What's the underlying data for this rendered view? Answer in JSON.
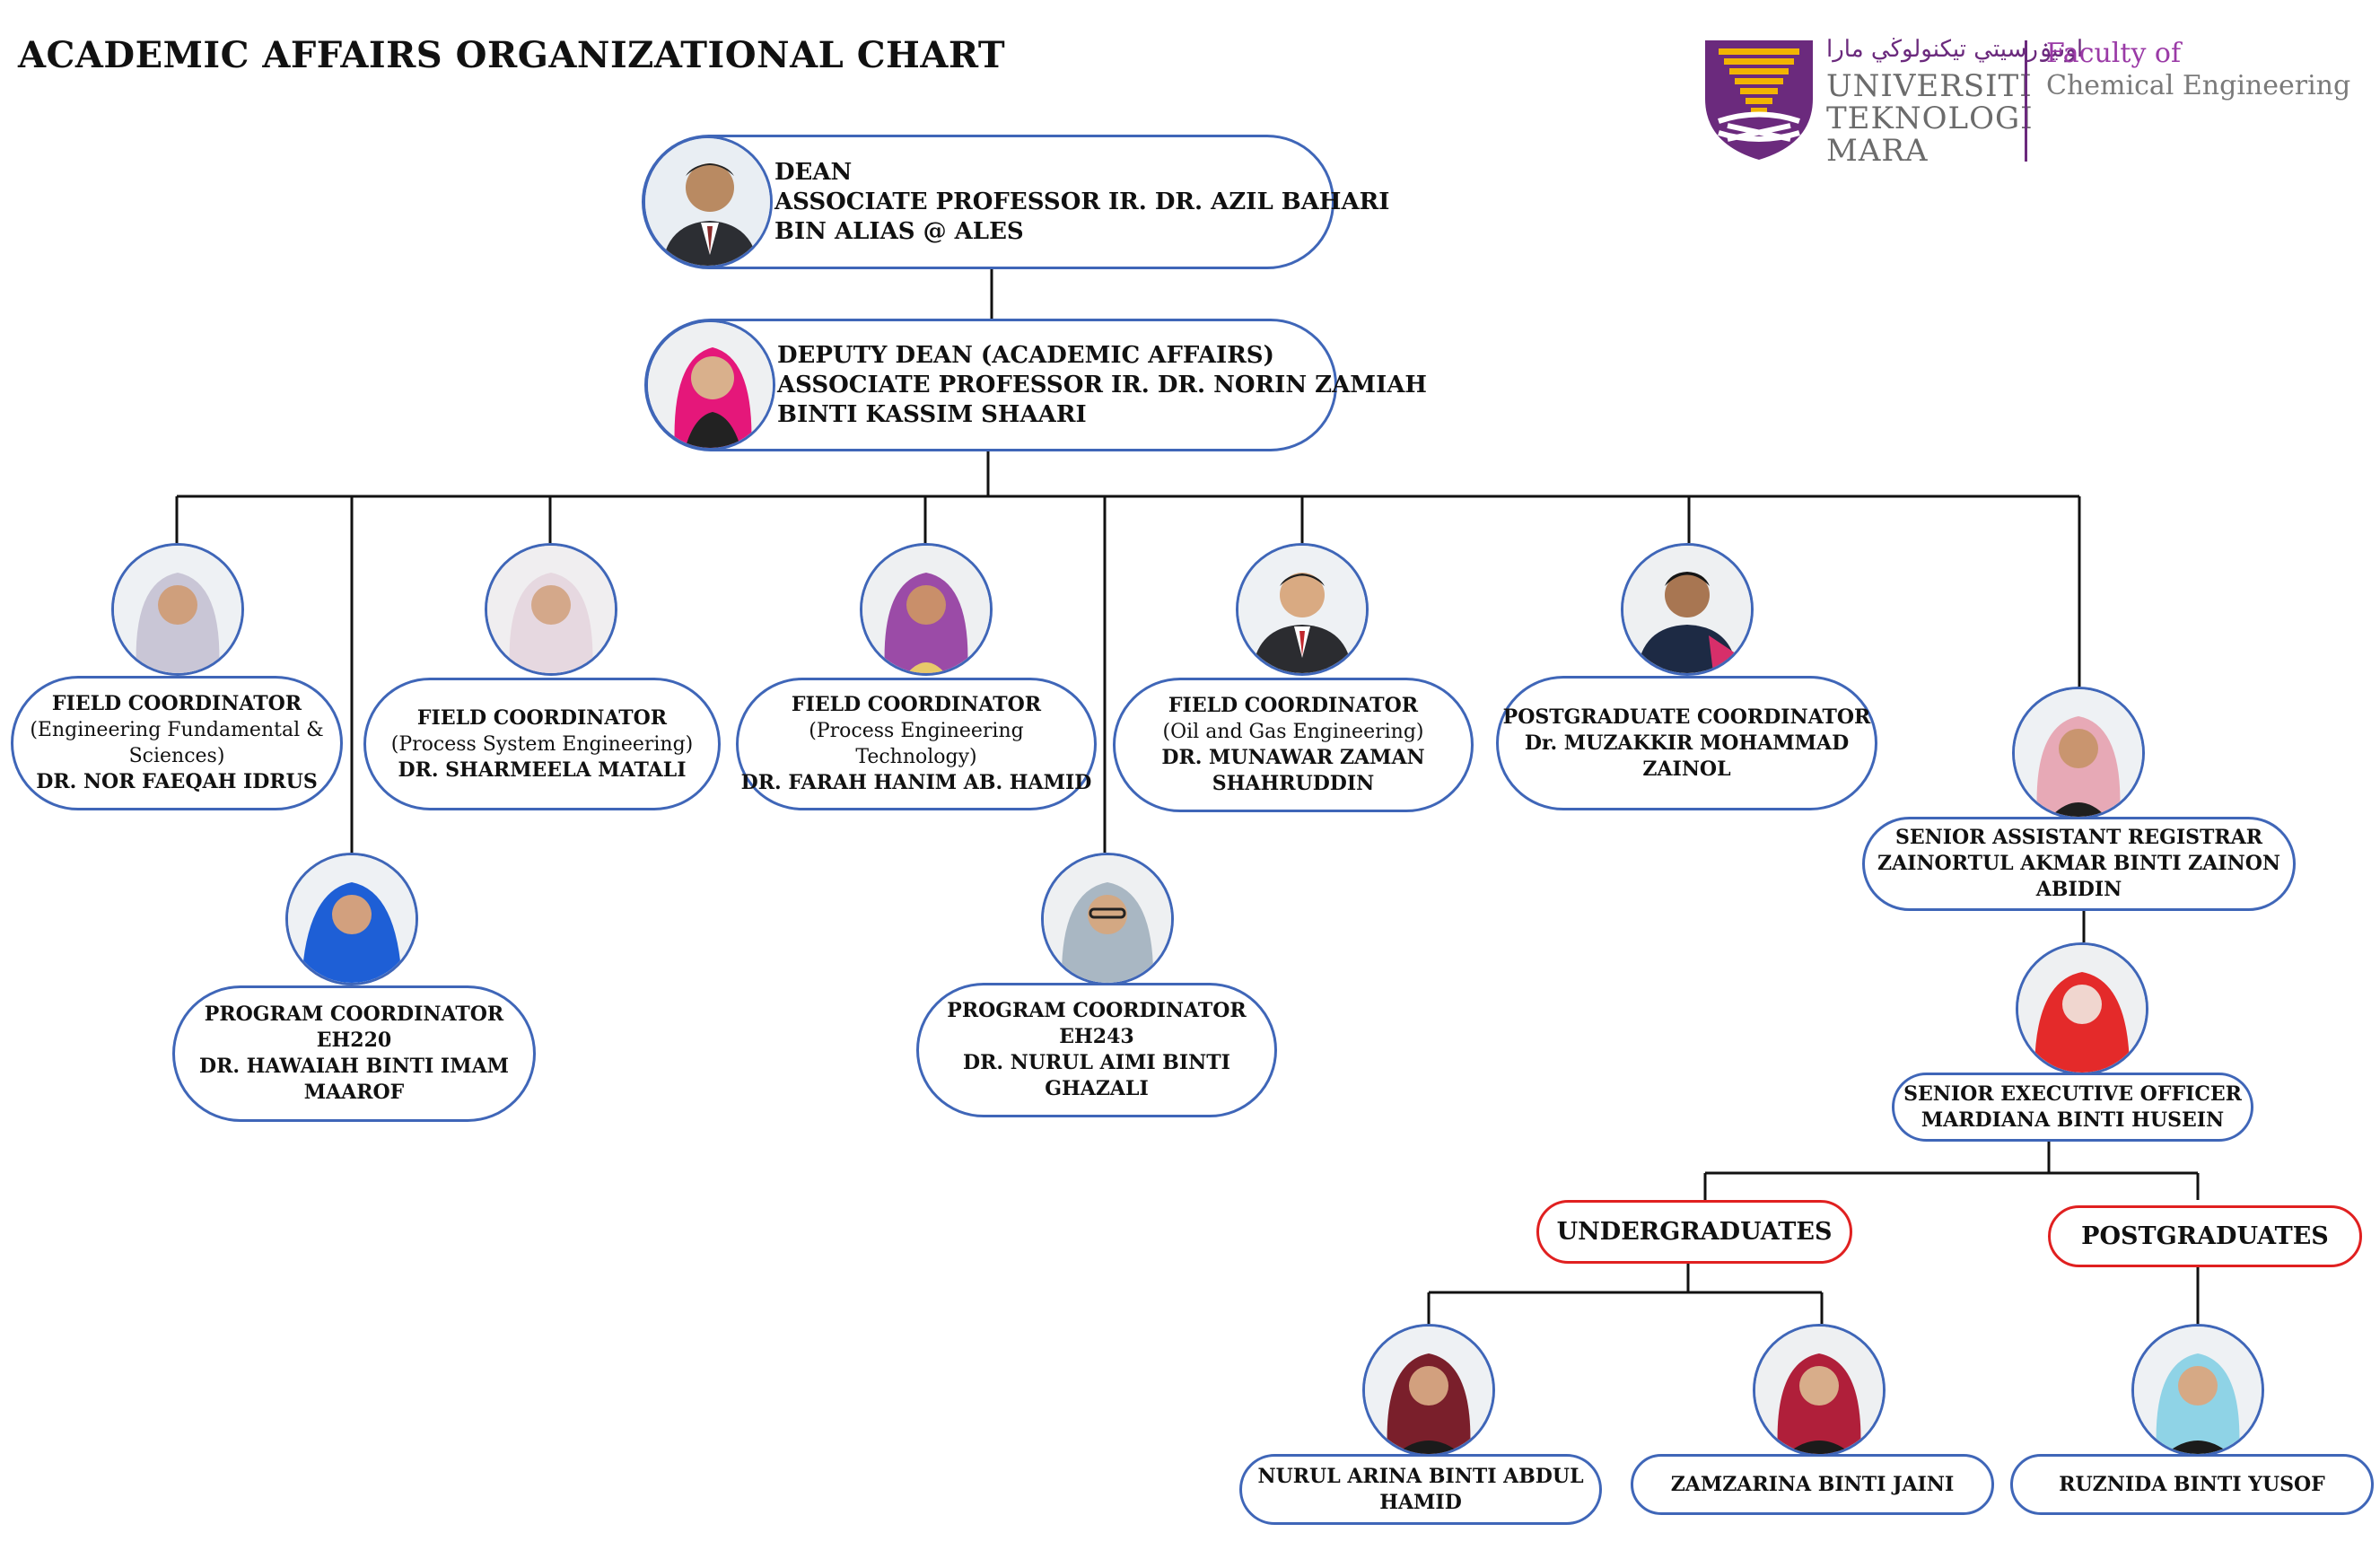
{
  "title": "ACADEMIC AFFAIRS ORGANIZATIONAL CHART",
  "logo": {
    "arabic": "اونيۏرسيتي تيكنولوڬي مارا",
    "uni_line1": "UNIVERSITI",
    "uni_line2": "TEKNOLOGI",
    "uni_line3": "MARA",
    "faculty_line1": "Faculty of",
    "faculty_line2": "Chemical Engineering",
    "colors": {
      "purple": "#6b2a7d",
      "gold": "#f2b400",
      "gray": "#7a7a7a",
      "faculty": "#9a3aa6"
    }
  },
  "dean": {
    "l1": "DEAN",
    "l2": "ASSOCIATE PROFESSOR IR. DR. AZIL BAHARI",
    "l3": "BIN ALIAS @ ALES"
  },
  "deputy": {
    "l1": "DEPUTY DEAN (ACADEMIC AFFAIRS)",
    "l2": "ASSOCIATE PROFESSOR IR. DR. NORIN ZAMIAH",
    "l3": "BINTI KASSIM SHAARI"
  },
  "fc1": {
    "l1": "FIELD COORDINATOR",
    "l2": "(Engineering Fundamental &",
    "l3": "Sciences)",
    "l4": "DR. NOR FAEQAH IDRUS"
  },
  "fc2": {
    "l1": "FIELD COORDINATOR",
    "l2": "(Process System Engineering)",
    "l3": "DR. SHARMEELA MATALI"
  },
  "fc3": {
    "l1": "FIELD COORDINATOR",
    "l2": "(Process Engineering",
    "l3": "Technology)",
    "l4": "DR. FARAH HANIM AB. HAMID"
  },
  "fc4": {
    "l1": "FIELD COORDINATOR",
    "l2": "(Oil and Gas Engineering)",
    "l3": "DR. MUNAWAR ZAMAN",
    "l4": "SHAHRUDDIN"
  },
  "pgc": {
    "l1": "POSTGRADUATE COORDINATOR",
    "l2": "Dr. MUZAKKIR MOHAMMAD",
    "l3": "ZAINOL"
  },
  "pc1": {
    "l1": "PROGRAM COORDINATOR",
    "l2": "EH220",
    "l3": "DR. HAWAIAH BINTI IMAM",
    "l4": "MAAROF"
  },
  "pc2": {
    "l1": "PROGRAM COORDINATOR",
    "l2": "EH243",
    "l3": "DR. NURUL AIMI BINTI",
    "l4": "GHAZALI"
  },
  "sar": {
    "l1": "SENIOR ASSISTANT REGISTRAR",
    "l2": "ZAINORTUL AKMAR BINTI ZAINON",
    "l3": "ABIDIN"
  },
  "seo": {
    "l1": "SENIOR EXECUTIVE OFFICER",
    "l2": "MARDIANA BINTI HUSEIN"
  },
  "ug": {
    "label": "UNDERGRADUATES"
  },
  "pg": {
    "label": "POSTGRADUATES"
  },
  "staff1": {
    "l1": "NURUL ARINA BINTI ABDUL",
    "l2": "HAMID"
  },
  "staff2": {
    "l1": "ZAMZARINA BINTI JAINI"
  },
  "staff3": {
    "l1": "RUZNIDA BINTI YUSOF"
  },
  "colors": {
    "box_border": "#3f66b8",
    "group_border": "#e02020",
    "connector": "#111111"
  }
}
